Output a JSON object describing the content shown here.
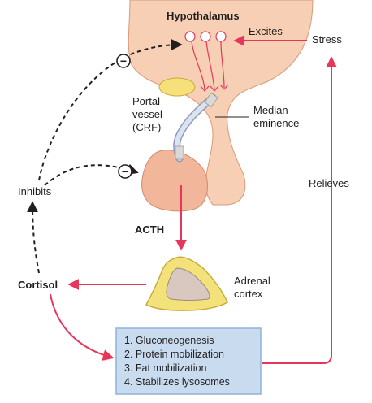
{
  "labels": {
    "hypothalamus": "Hypothalamus",
    "excites": "Excites",
    "stress": "Stress",
    "portal_vessel_line1": "Portal",
    "portal_vessel_line2": "vessel",
    "portal_vessel_line3": "(CRF)",
    "median_eminence_line1": "Median",
    "median_eminence_line2": "eminence",
    "inhibits": "Inhibits",
    "relieves": "Relieves",
    "acth": "ACTH",
    "cortisol": "Cortisol",
    "adrenal_cortex_line1": "Adrenal",
    "adrenal_cortex_line2": "cortex",
    "minus_symbol": "−"
  },
  "effects_box": {
    "items": [
      "1. Gluconeogenesis",
      "2. Protein mobilization",
      "3. Fat mobilization",
      "4. Stabilizes lysosomes"
    ]
  },
  "colors": {
    "tissue": "#f6cfb4",
    "tissue_outline": "#d79a78",
    "pituitary": "#f2b69a",
    "arrow_red": "#e8365a",
    "dashed_black": "#231f20",
    "box_fill": "#c9dcef",
    "box_border": "#8eb3d6",
    "adrenal_yellow": "#f3e17a",
    "adrenal_outline": "#c9a83a",
    "adrenal_core": "#d9c8c0",
    "yellow_body": "#f5e07a",
    "portal_vessel": "#bcc8e0"
  }
}
